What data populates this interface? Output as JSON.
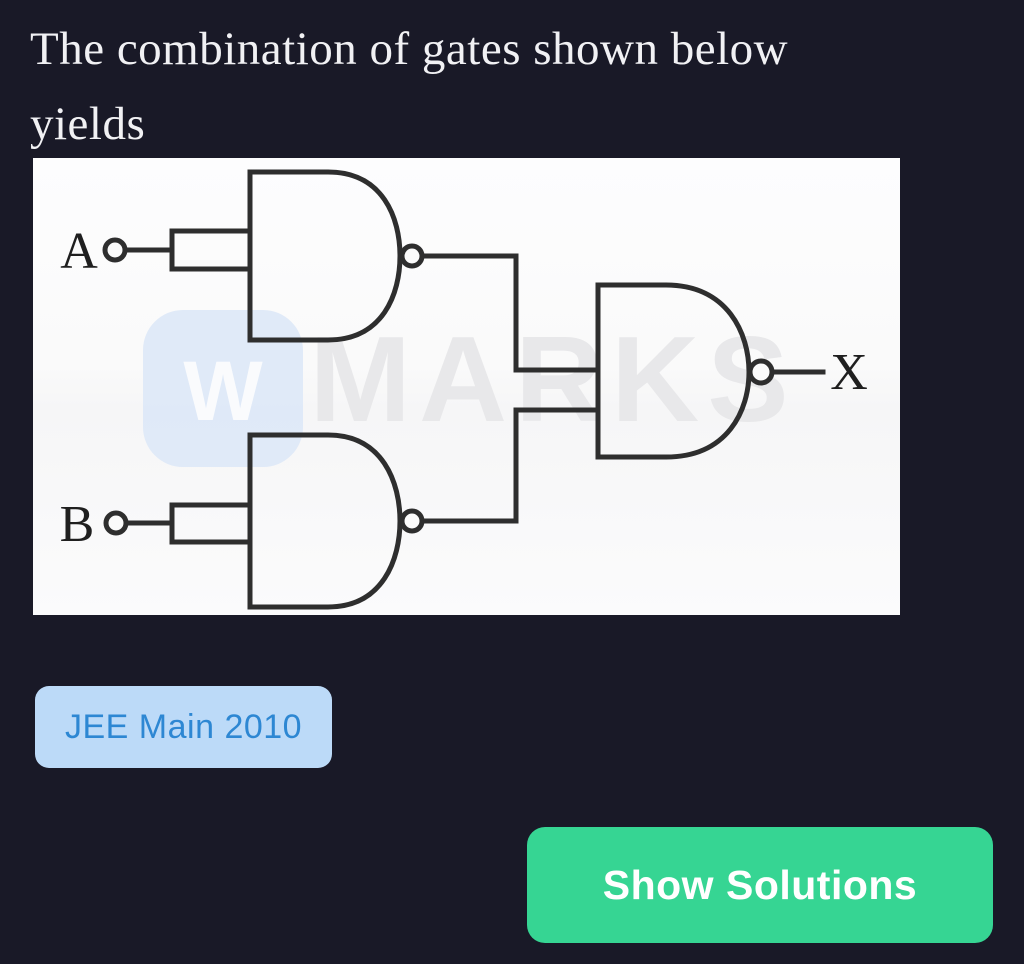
{
  "question": {
    "title_line1": "The combination of gates shown below",
    "title_line2": "yields"
  },
  "figure": {
    "input_a_label": "A",
    "input_b_label": "B",
    "output_label": "X",
    "watermark_text": "MARKS",
    "watermark_logo_letter": "W"
  },
  "badge": {
    "label": "JEE Main 2010"
  },
  "actions": {
    "show_solutions_label": "Show Solutions"
  },
  "colors": {
    "page_bg": "#191927",
    "panel_bg": "#fbfbfb",
    "badge_bg": "#bcdaf8",
    "badge_text": "#2d87d3",
    "button_bg": "#36d593",
    "button_text": "#ffffff",
    "circuit_stroke": "#2e2e2e",
    "title_text": "#f1f1f4"
  }
}
